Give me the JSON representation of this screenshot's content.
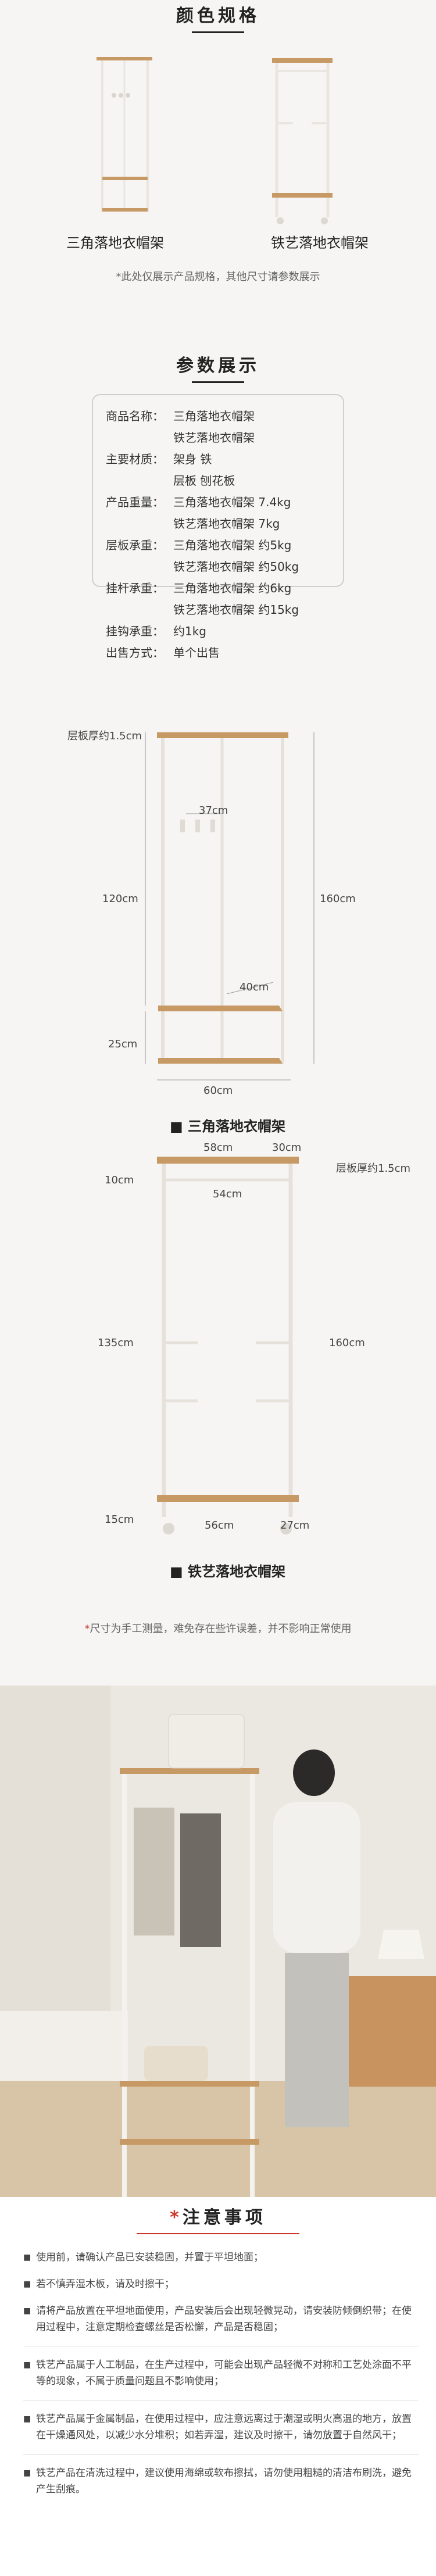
{
  "colors": {
    "title": "颜色规格",
    "items": [
      {
        "label": "三角落地衣帽架"
      },
      {
        "label": "铁艺落地衣帽架"
      }
    ],
    "note": "*此处仅展示产品规格，其他尺寸请参数展示"
  },
  "params": {
    "title": "参数展示",
    "rows": [
      {
        "key": "商品名称：",
        "value": "三角落地衣帽架"
      },
      {
        "key": "",
        "value": "铁艺落地衣帽架"
      },
      {
        "key": "主要材质：",
        "value": "架身 铁"
      },
      {
        "key": "",
        "value": "层板 刨花板"
      },
      {
        "key": "产品重量：",
        "value": "三角落地衣帽架 7.4kg"
      },
      {
        "key": "",
        "value": "铁艺落地衣帽架 7kg"
      },
      {
        "key": "层板承重：",
        "value": "三角落地衣帽架 约5kg"
      },
      {
        "key": "",
        "value": "铁艺落地衣帽架 约50kg"
      },
      {
        "key": "挂杆承重：",
        "value": "三角落地衣帽架 约6kg"
      },
      {
        "key": "",
        "value": "铁艺落地衣帽架 约15kg"
      },
      {
        "key": "挂钩承重：",
        "value": "约1kg"
      },
      {
        "key": "出售方式：",
        "value": "单个出售"
      }
    ],
    "diagram1": {
      "thickness": "层板厚约1.5cm",
      "hook_width": "37cm",
      "height_upper": "120cm",
      "height_total": "160cm",
      "shelf_depth": "40cm",
      "height_lower": "25cm",
      "width": "60cm",
      "caption": "三角落地衣帽架"
    },
    "diagram2": {
      "top_width": "58cm",
      "top_depth": "30cm",
      "thickness": "层板厚约1.5cm",
      "top_gap": "10cm",
      "rod_width": "54cm",
      "middle": "135cm",
      "height_total": "160cm",
      "bottom_gap": "15cm",
      "bottom_width": "56cm",
      "bottom_depth": "27cm",
      "caption": "铁艺落地衣帽架"
    },
    "note": "尺寸为手工测量，难免存在些许误差，并不影响正常使用",
    "note_star": "*"
  },
  "notice": {
    "title": "注意事项",
    "title_star": "*",
    "items": [
      "使用前，请确认产品已安装稳固，并置于平坦地面；",
      "若不慎弄湿木板，请及时擦干；",
      "请将产品放置在平坦地面使用，产品安装后会出现轻微晃动，请安装防倾倒织带；在使用过程中，注意定期检查螺丝是否松懈，产品是否稳固；",
      "铁艺产品属于人工制品，在生产过程中，可能会出现产品轻微不对称和工艺处涂面不平等的现象，不属于质量问题且不影响使用；",
      "铁艺产品属于金属制品，在使用过程中，应注意远离过于潮湿或明火高温的地方，放置在干燥通风处，以减少水分堆积；如若弄湿，建议及时擦干，请勿放置于自然风干；",
      "铁艺产品在清洗过程中，建议使用海绵或软布擦拭，请勿使用粗糙的清洁布刷洗，避免产生刮痕。"
    ]
  },
  "colors_palette": {
    "wood": "#c79a65",
    "frame": "#f4f2ee",
    "accent_red": "#c8382b"
  }
}
